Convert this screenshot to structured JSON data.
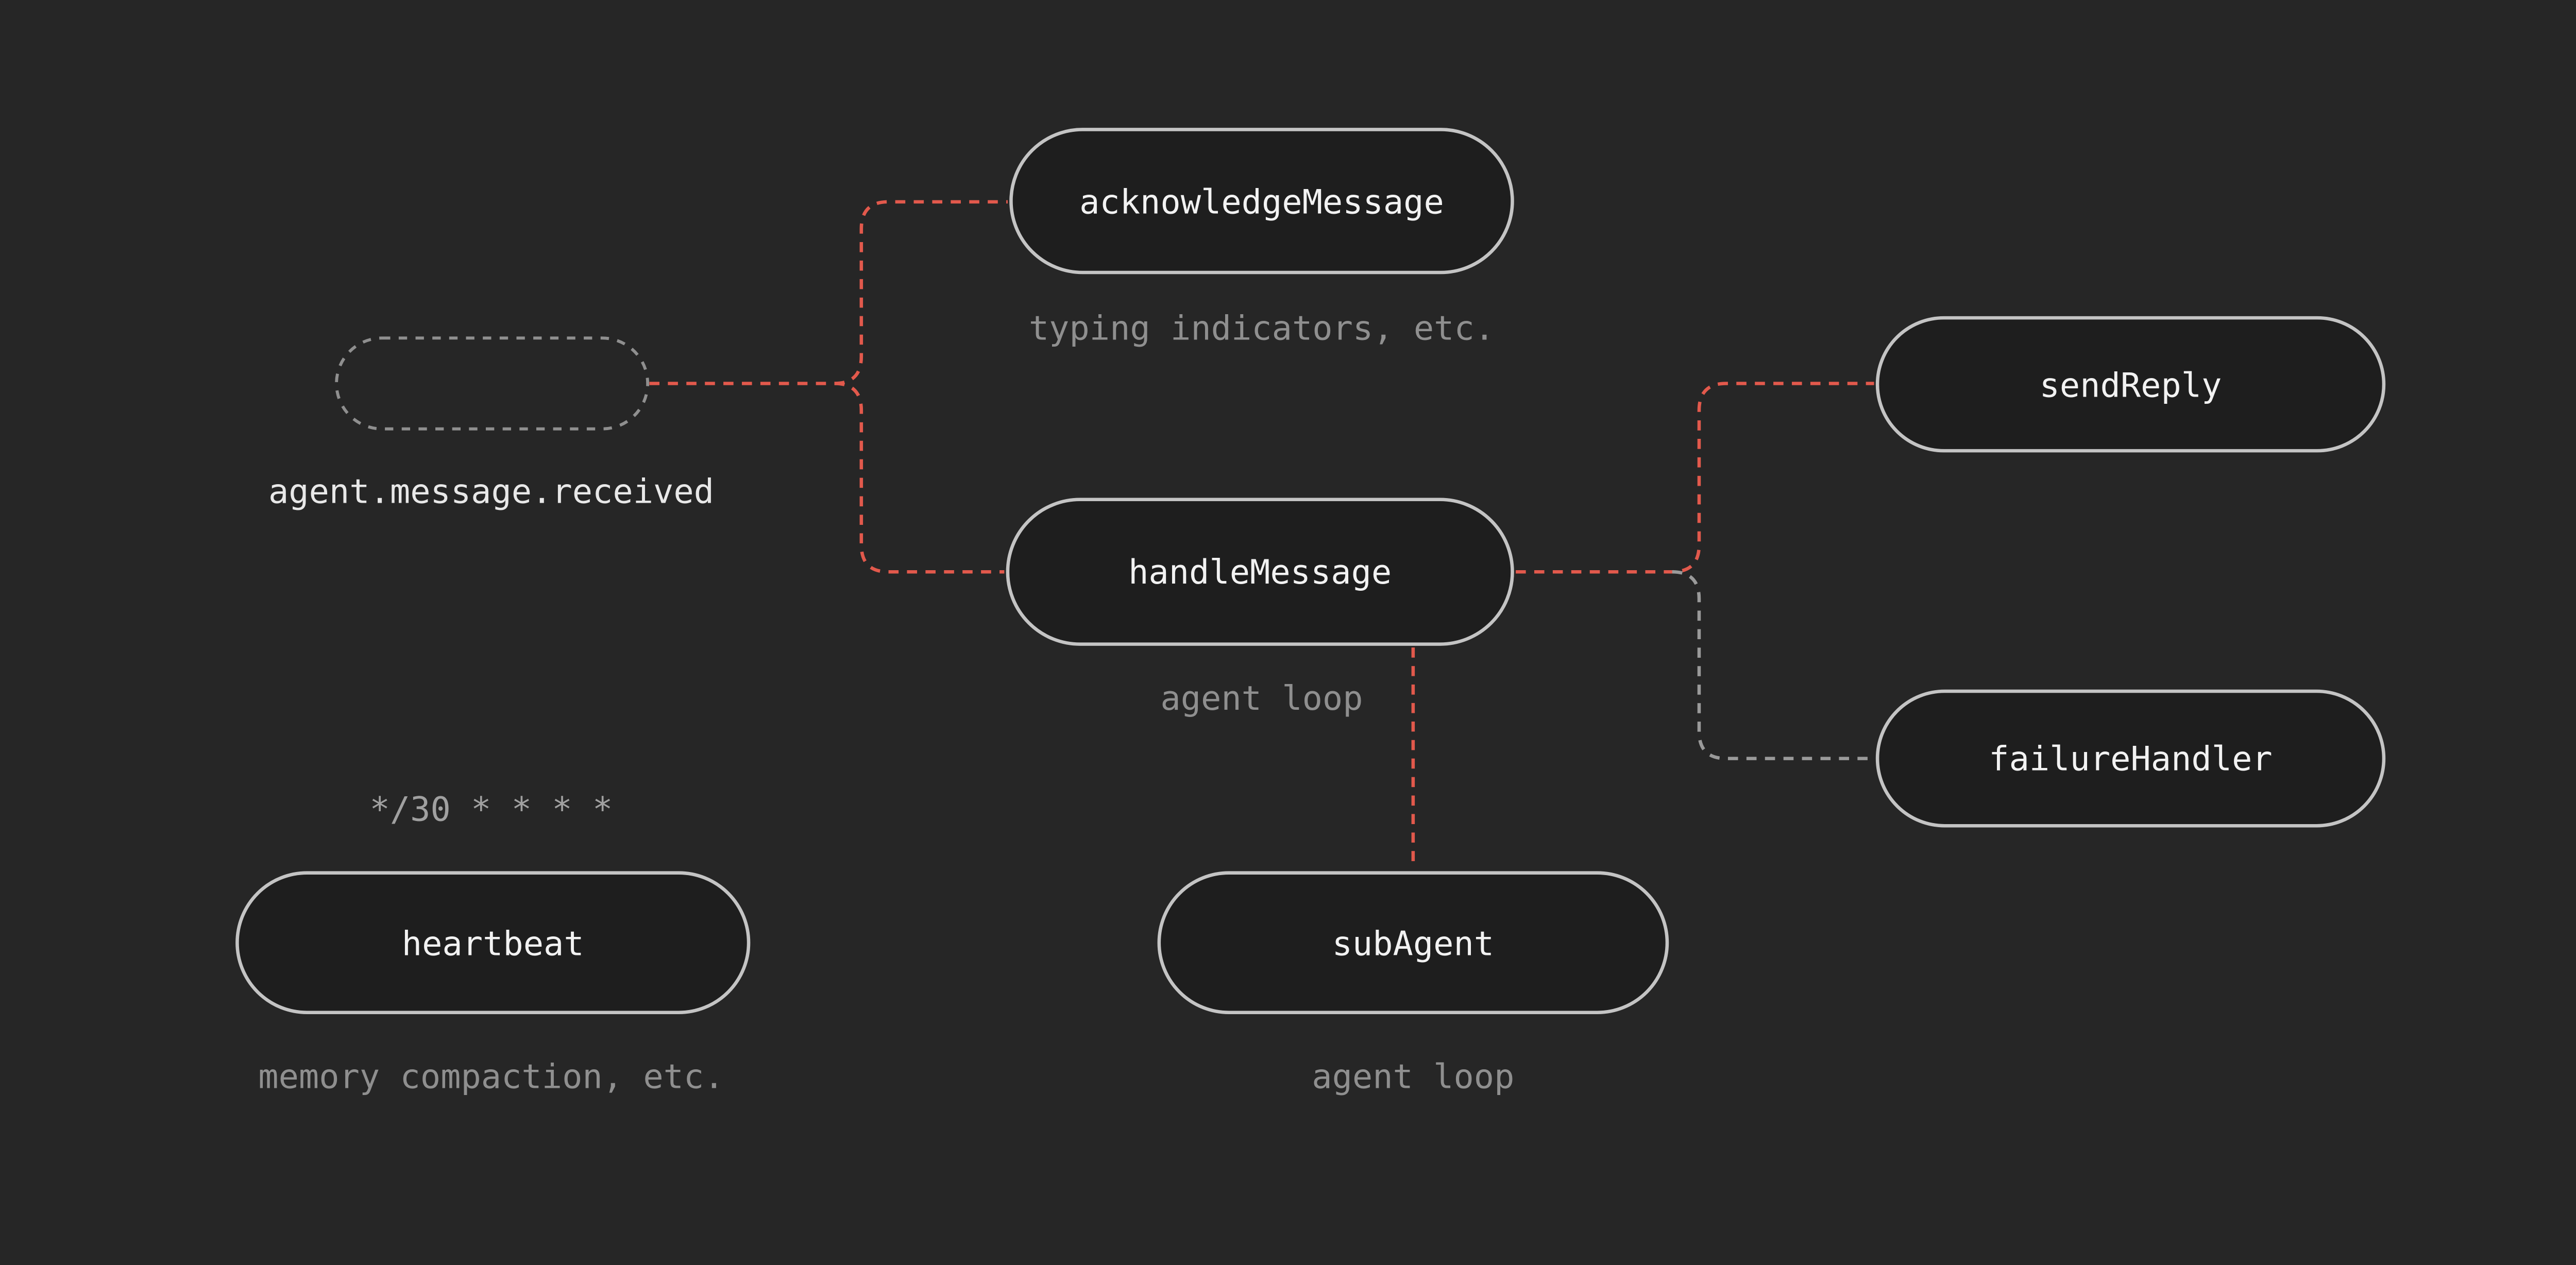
{
  "diagram": {
    "trigger": {
      "label": "agent.message.received"
    },
    "acknowledge": {
      "label": "acknowledgeMessage",
      "caption": "typing indicators, etc."
    },
    "handle": {
      "label": "handleMessage",
      "caption": "agent loop"
    },
    "send_reply": {
      "label": "sendReply"
    },
    "failure_handler": {
      "label": "failureHandler"
    },
    "heartbeat": {
      "schedule": "*/30 * * * *",
      "label": "heartbeat",
      "caption": "memory compaction, etc."
    },
    "sub_agent": {
      "label": "subAgent",
      "caption": "agent loop"
    },
    "colors": {
      "background": "#262626",
      "node_fill": "#1e1e1e",
      "node_border": "#c4c4c4",
      "node_text": "#f2f2f2",
      "caption_text": "#8f8f8f",
      "connector_active": "#e2594c",
      "connector_inactive": "#9a9a9a",
      "trigger_border": "#8f8f8f"
    }
  }
}
